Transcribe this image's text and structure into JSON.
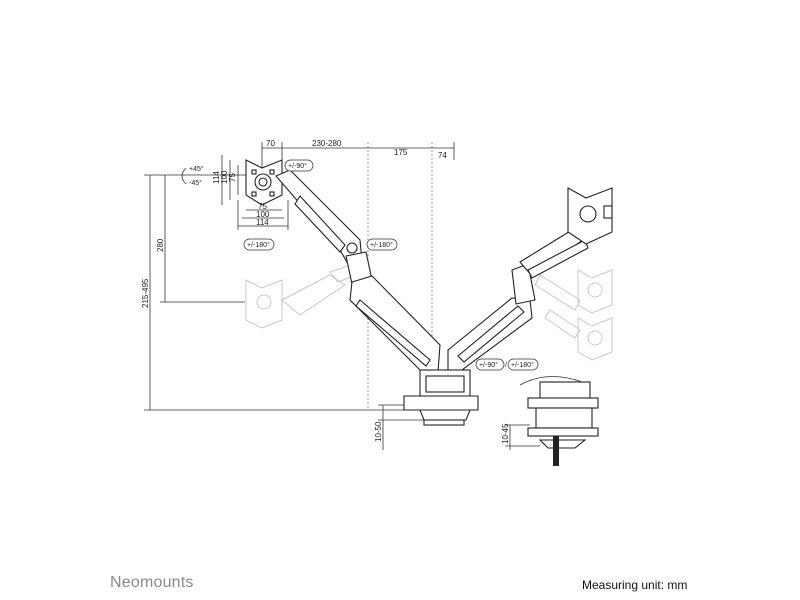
{
  "brand": "Neomounts",
  "measuring_unit": "Measuring unit: mm",
  "dimensions": {
    "top_70": "70",
    "top_230_280": "230-280",
    "top_175": "175",
    "top_74": "74",
    "vesa_114_v": "114",
    "vesa_100_v": "100",
    "vesa_75_v": "75",
    "vesa_75_h": "75",
    "vesa_100_h": "100",
    "vesa_114_h": "114",
    "height_280": "280",
    "height_215_495": "215-495",
    "clamp_10_50": "10-50",
    "grommet_10_45": "10-45"
  },
  "tags": {
    "tilt_plus": "+45°",
    "tilt_minus": "-45°",
    "swivel_90_top": "+/-90°",
    "rotate_180_left": "+/-180°",
    "rotate_180_elbow": "+/-180°",
    "swivel_90_base": "+/-90°",
    "rotate_180_base": "+/-180°"
  }
}
